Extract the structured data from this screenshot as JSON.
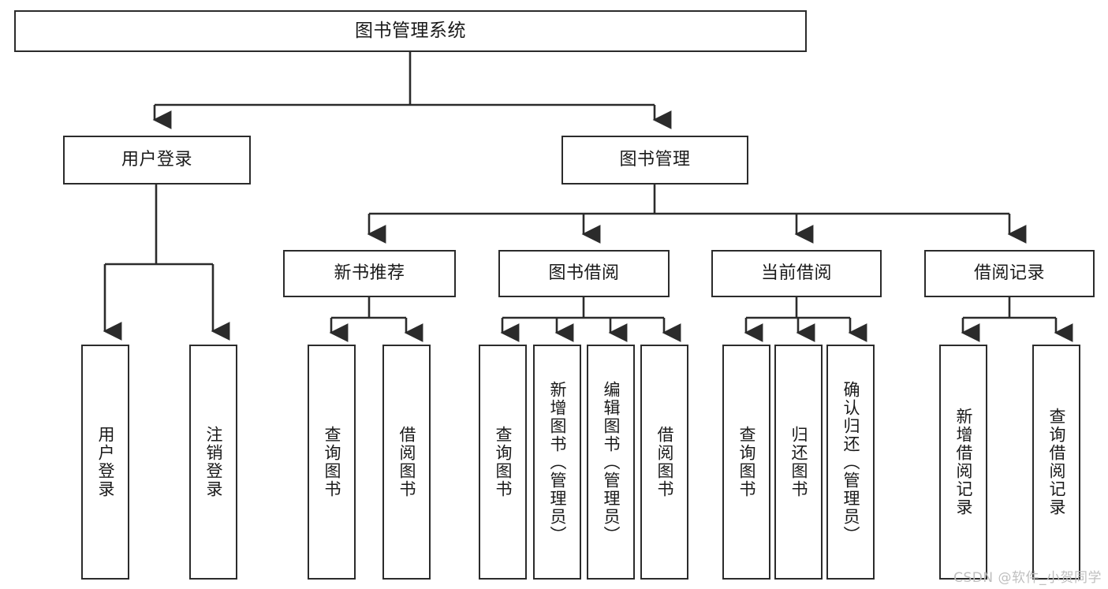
{
  "diagram": {
    "type": "tree",
    "title": "图书管理系统",
    "orientation": "top-down",
    "colors": {
      "box_border": "#2b2b2b",
      "box_fill": "#ffffff",
      "edge": "#2b2b2b",
      "text": "#1a1a1a",
      "watermark": "#bfbfbf"
    },
    "levels": {
      "root": "图书管理系统",
      "level2": [
        "用户登录",
        "图书管理"
      ],
      "level3": [
        "新书推荐",
        "图书借阅",
        "当前借阅",
        "借阅记录"
      ]
    },
    "nodes": {
      "root": {
        "label": "图书管理系统"
      },
      "user_login": {
        "label": "用户登录"
      },
      "book_manage": {
        "label": "图书管理"
      },
      "new_book_rec": {
        "label": "新书推荐"
      },
      "book_borrow": {
        "label": "图书借阅"
      },
      "current_borrow": {
        "label": "当前借阅"
      },
      "borrow_record": {
        "label": "借阅记录"
      },
      "leaf_user_login": {
        "label": "用户登录"
      },
      "leaf_logout": {
        "label": "注销登录"
      },
      "leaf_query_book_1": {
        "label": "查询图书"
      },
      "leaf_borrow_book_1": {
        "label": "借阅图书"
      },
      "leaf_query_book_2": {
        "label": "查询图书"
      },
      "leaf_add_book_admin": {
        "label": "新增图书（管理员）"
      },
      "leaf_edit_book_admin": {
        "label": "编辑图书（管理员）"
      },
      "leaf_borrow_book_2": {
        "label": "借阅图书"
      },
      "leaf_query_book_3": {
        "label": "查询图书"
      },
      "leaf_return_book": {
        "label": "归还图书"
      },
      "leaf_confirm_return_admin": {
        "label": "确认归还（管理员）"
      },
      "leaf_add_record": {
        "label": "新增借阅记录"
      },
      "leaf_query_record": {
        "label": "查询借阅记录"
      }
    },
    "edges": [
      {
        "from": "root",
        "to": "user_login"
      },
      {
        "from": "root",
        "to": "book_manage"
      },
      {
        "from": "user_login",
        "to": "leaf_user_login"
      },
      {
        "from": "user_login",
        "to": "leaf_logout"
      },
      {
        "from": "book_manage",
        "to": "new_book_rec"
      },
      {
        "from": "book_manage",
        "to": "book_borrow"
      },
      {
        "from": "book_manage",
        "to": "current_borrow"
      },
      {
        "from": "book_manage",
        "to": "borrow_record"
      },
      {
        "from": "new_book_rec",
        "to": "leaf_query_book_1"
      },
      {
        "from": "new_book_rec",
        "to": "leaf_borrow_book_1"
      },
      {
        "from": "book_borrow",
        "to": "leaf_query_book_2"
      },
      {
        "from": "book_borrow",
        "to": "leaf_add_book_admin"
      },
      {
        "from": "book_borrow",
        "to": "leaf_edit_book_admin"
      },
      {
        "from": "book_borrow",
        "to": "leaf_borrow_book_2"
      },
      {
        "from": "current_borrow",
        "to": "leaf_query_book_3"
      },
      {
        "from": "current_borrow",
        "to": "leaf_return_book"
      },
      {
        "from": "current_borrow",
        "to": "leaf_confirm_return_admin"
      },
      {
        "from": "borrow_record",
        "to": "leaf_add_record"
      },
      {
        "from": "borrow_record",
        "to": "leaf_query_record"
      }
    ]
  },
  "watermark": {
    "text": "CSDN @软件_小贺同学"
  }
}
